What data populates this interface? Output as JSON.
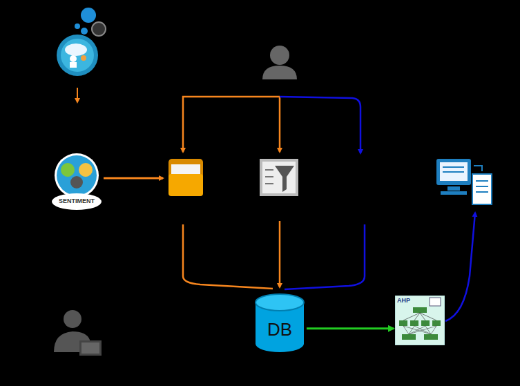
{
  "diagram": {
    "nodes": [
      {
        "text": [
          "SENTIMENT"
        ]
      },
      {
        "text": [
          "DB"
        ]
      },
      {
        "text": [
          "AHP"
        ]
      }
    ],
    "edges": [
      {
        "from": 1,
        "to": 2,
        "arrow": "to"
      }
    ]
  }
}
